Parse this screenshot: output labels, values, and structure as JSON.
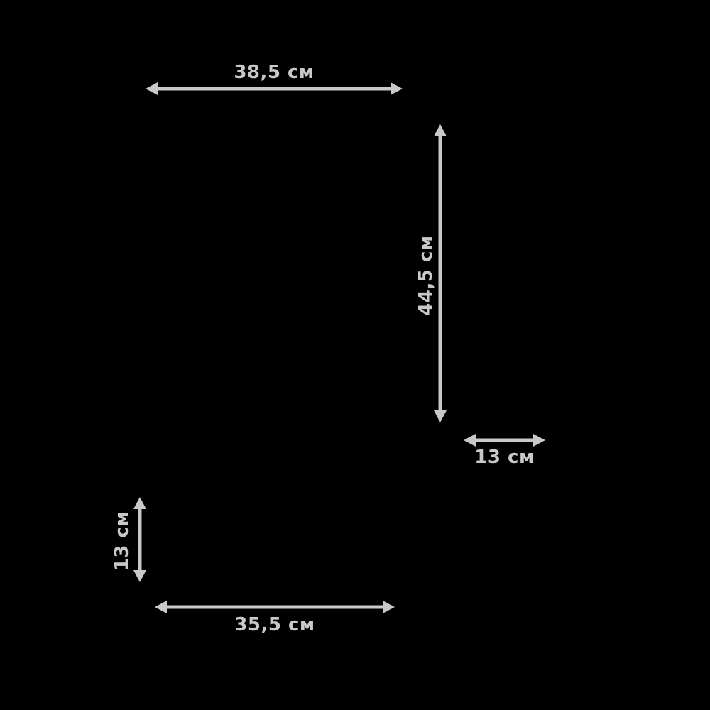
{
  "diagram": {
    "type": "product-dimension-diagram",
    "unit": "см",
    "colors": {
      "background": "#000000",
      "annotation": "#c9c9c9"
    },
    "measurements": {
      "top_width": {
        "label": "38,5 см",
        "value": 38.5,
        "orientation": "horizontal"
      },
      "side_height": {
        "label": "44,5 см",
        "value": 44.5,
        "orientation": "vertical"
      },
      "depth": {
        "label": "13 см",
        "value": 13,
        "orientation": "horizontal"
      },
      "base_height": {
        "label": "13 см",
        "value": 13,
        "orientation": "vertical"
      },
      "bottom_width": {
        "label": "35,5 см",
        "value": 35.5,
        "orientation": "horizontal"
      }
    }
  }
}
